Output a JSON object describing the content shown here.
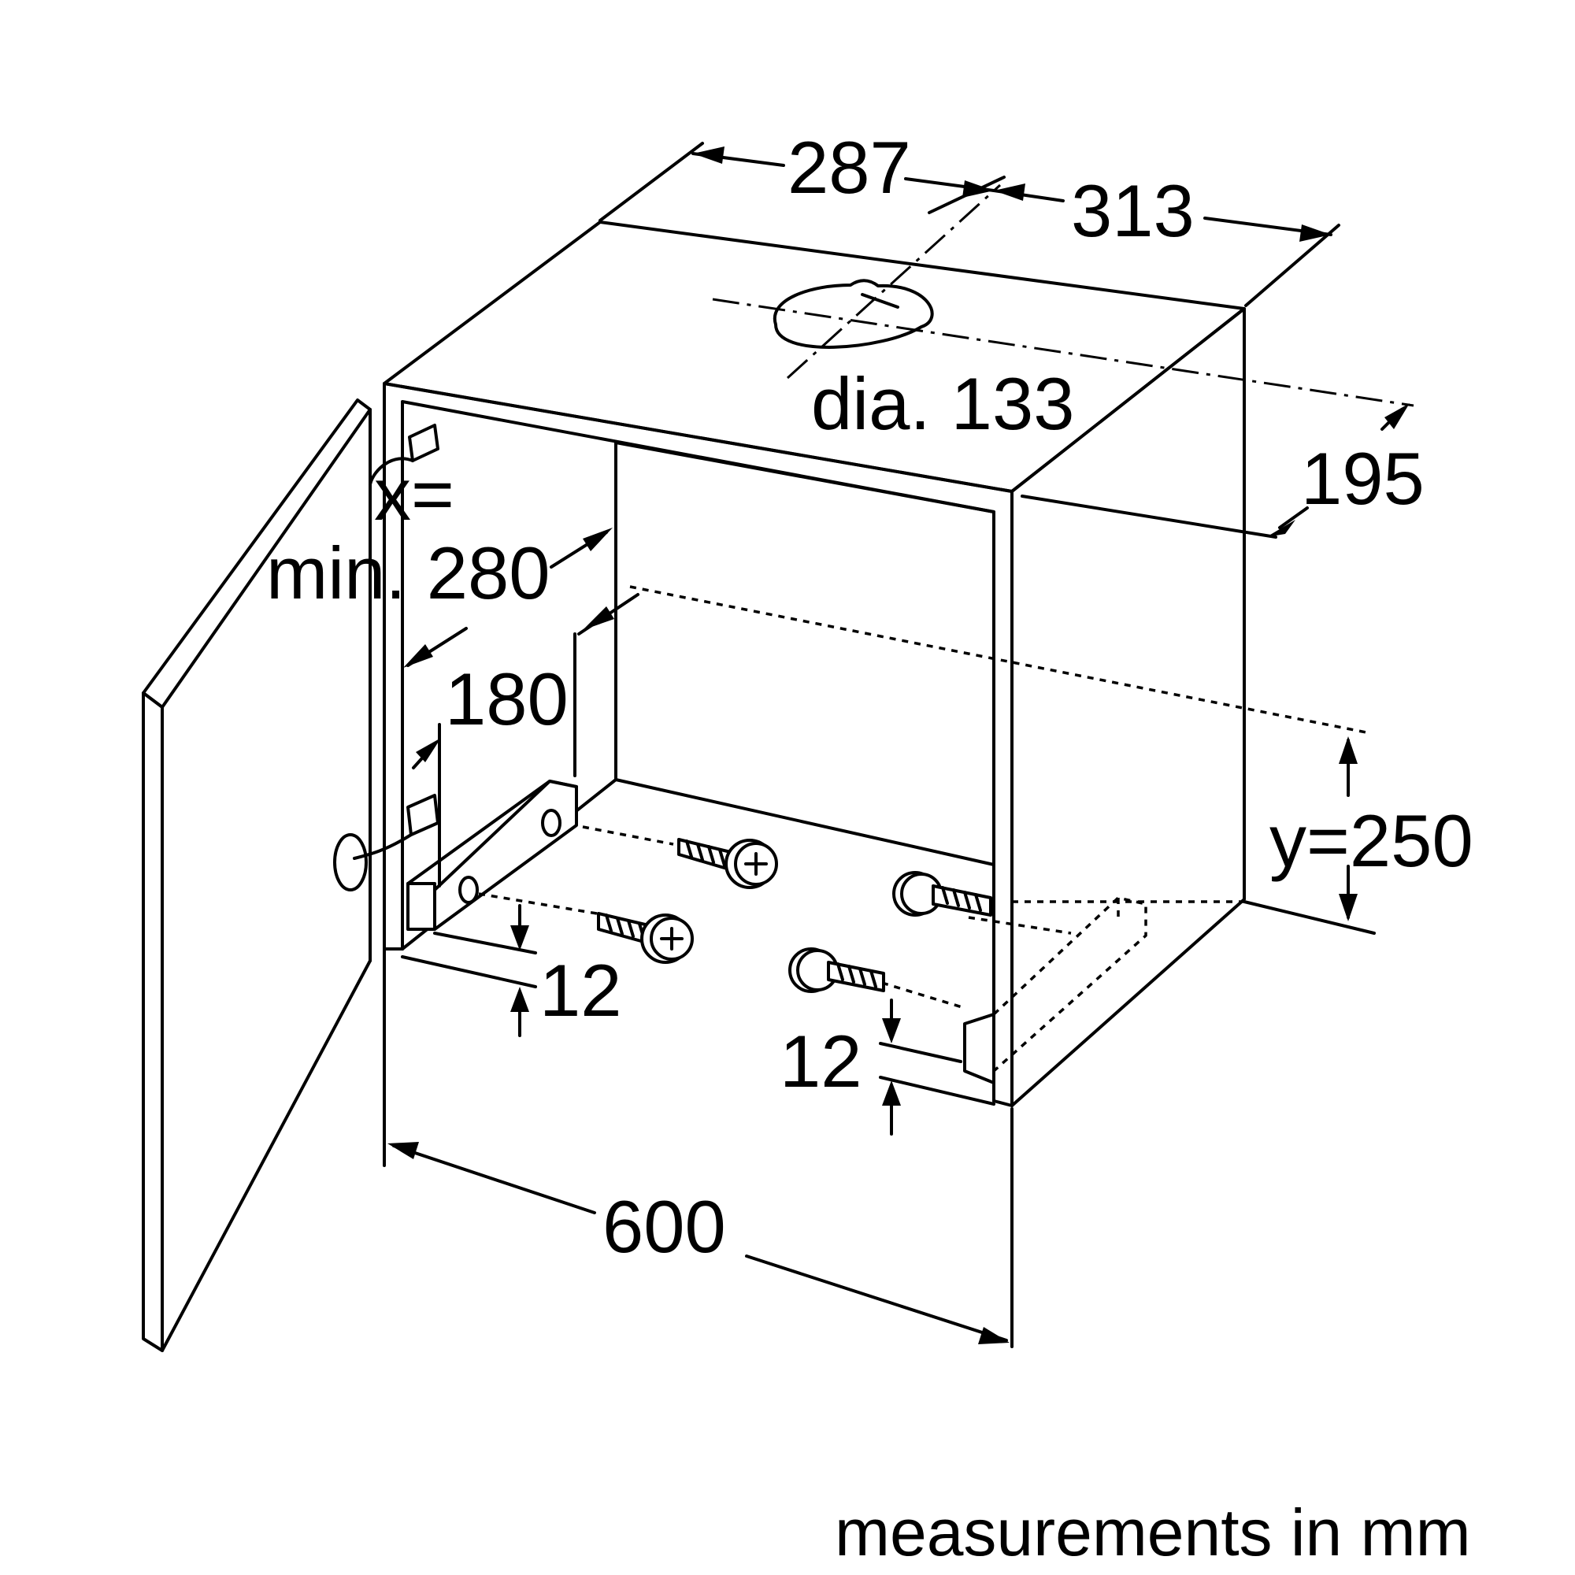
{
  "dimensions": {
    "top_left_depth": "287",
    "top_right_depth": "313",
    "duct_diameter": "dia. 133",
    "side_offset": "195",
    "x_label": "x=",
    "x_value": "min. 280",
    "rail_setback": "180",
    "y_value": "y=250",
    "left_screw_height": "12",
    "right_screw_height": "12",
    "width": "600"
  },
  "footer": {
    "units_note": "measurements in mm"
  },
  "icons": {
    "screw": "screw-icon",
    "hinge": "hinge-icon"
  }
}
